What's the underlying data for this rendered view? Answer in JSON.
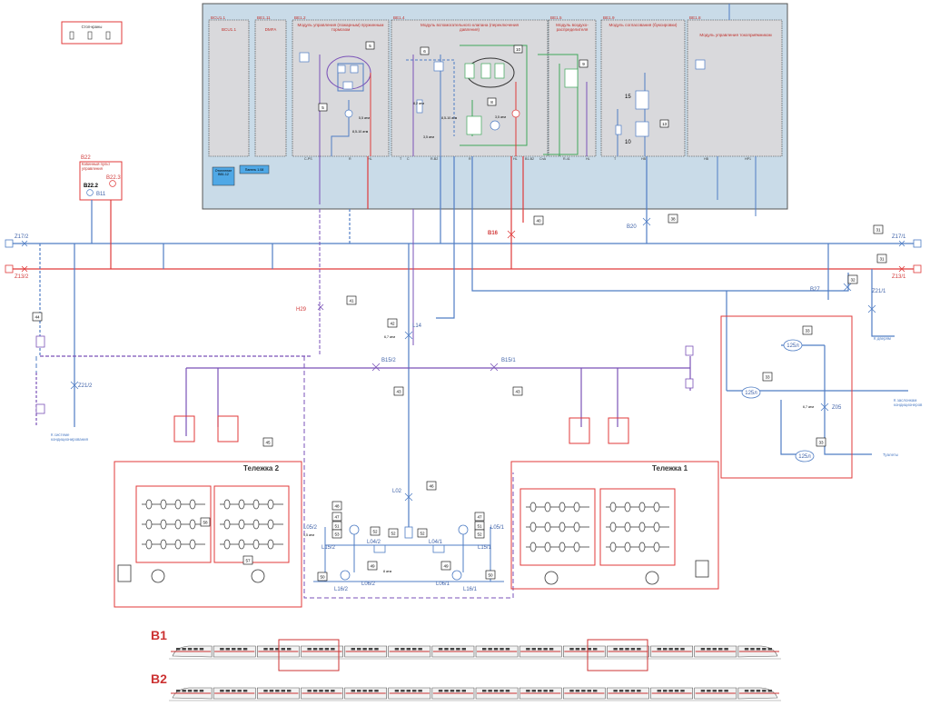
{
  "colors": {
    "blue": "#4f7dc4",
    "red": "#e03a3a",
    "purple": "#7a52b8",
    "green": "#3ea65a",
    "panel": "#c9dbe8",
    "grey": "#d9d9dc",
    "trainred": "#cc3333"
  },
  "stopcranes": {
    "title": "Стоп-краны"
  },
  "upper_panel": {
    "modules": [
      {
        "code": "BCU1.1",
        "title": "BCU1.1"
      },
      {
        "code": "BE1.11",
        "title": "DMFA"
      },
      {
        "code": "BE1.2",
        "title": "Модуль управления (пожарным) пружинным тормозом"
      },
      {
        "code": "BE1.4",
        "title": "Модуль вспомогательного клапана (переключения давления)"
      },
      {
        "code": "BE1.5",
        "title": "Модуль воздухо-распределителя"
      },
      {
        "code": "BE1.9",
        "title": "Модуль согласования (буксировки)"
      },
      {
        "code": "BE1.8",
        "title": "Модуль управления токоприёмником"
      }
    ],
    "panel_labels": {
      "blue1": "Отопление BB1.12",
      "blue2": "Панель 1.08"
    },
    "pressures": [
      "5,5 атм",
      "8,5-10 атм",
      "8,2 атм",
      "8,5-10 атм",
      "3,5 атм",
      "3,5 атм"
    ],
    "bottom_labels": [
      "C-PS",
      "R",
      "HL",
      "T",
      "C",
      "R-B2",
      "R",
      "HL",
      "B1-B2",
      "CnA",
      "R-41",
      "HL",
      "T",
      "HB",
      "HB",
      "HP1"
    ],
    "markers": [
      "5",
      "5",
      "6",
      "10",
      "8",
      "9",
      "13"
    ],
    "valve_labels": [
      "15",
      "10"
    ]
  },
  "driver_console": {
    "title": "Кабинный пульт управления",
    "code": "B22",
    "items": [
      "B22.2",
      "B22.3",
      "B11"
    ]
  },
  "labels": {
    "z17_2": "Z17/2",
    "z13_2": "Z13/2",
    "z17_1": "Z17/1",
    "z13_1": "Z13/1",
    "b16": "B16",
    "b20": "B20",
    "b27": "B27",
    "z21_1": "Z21/1",
    "z21_2": "Z21/2",
    "h29": "H29",
    "l14": "L14",
    "l14_p": "6,7 атм",
    "b15_2": "B15/2",
    "b15_1": "B15/1",
    "l02": "L02",
    "z05": "Z05",
    "z05_p": "6,7 атм",
    "l05_2": "L05/2",
    "l05_1": "L05/1",
    "l15_2": "L15/2",
    "l15_1": "L15/1",
    "l04_2": "L04/2",
    "l04_1": "L04/1",
    "l16_2": "L16/2",
    "l16_1": "L16/1",
    "l06_2": "L06/2",
    "l06_1": "L06/1",
    "p_l05": "1,5 атм",
    "p_l06": "8 атм"
  },
  "markers": {
    "m40": "40",
    "m38": "38",
    "m31a": "31",
    "m31b": "31",
    "m32": "32",
    "m41": "41",
    "m42": "42",
    "m43a": "43",
    "m43b": "43",
    "m44": "44",
    "m45": "45",
    "m33a": "33",
    "m33b": "33",
    "m33c": "33",
    "m46": "46",
    "m58": "58",
    "m57": "57",
    "m48": "48",
    "m47a": "47",
    "m51a": "51",
    "m53a": "53",
    "m52a": "52",
    "m49a": "49",
    "m50a": "50",
    "m47b": "47",
    "m51b": "51",
    "m52b": "52",
    "m49b": "49",
    "m50b": "50",
    "m52c": "52",
    "m52d": "52"
  },
  "tanks": [
    "125л",
    "125л",
    "125л"
  ],
  "destinations": {
    "doors": "К дверям",
    "ac_flaps": "К заслонкам кондиционеров",
    "toilets": "Туалеты",
    "ac_system": "К системе кондиционирования"
  },
  "bogies": {
    "left": "Тележка 2",
    "right": "Тележка 1"
  },
  "trains": [
    {
      "label": "B1",
      "cars": 14
    },
    {
      "label": "B2",
      "cars": 14
    }
  ]
}
